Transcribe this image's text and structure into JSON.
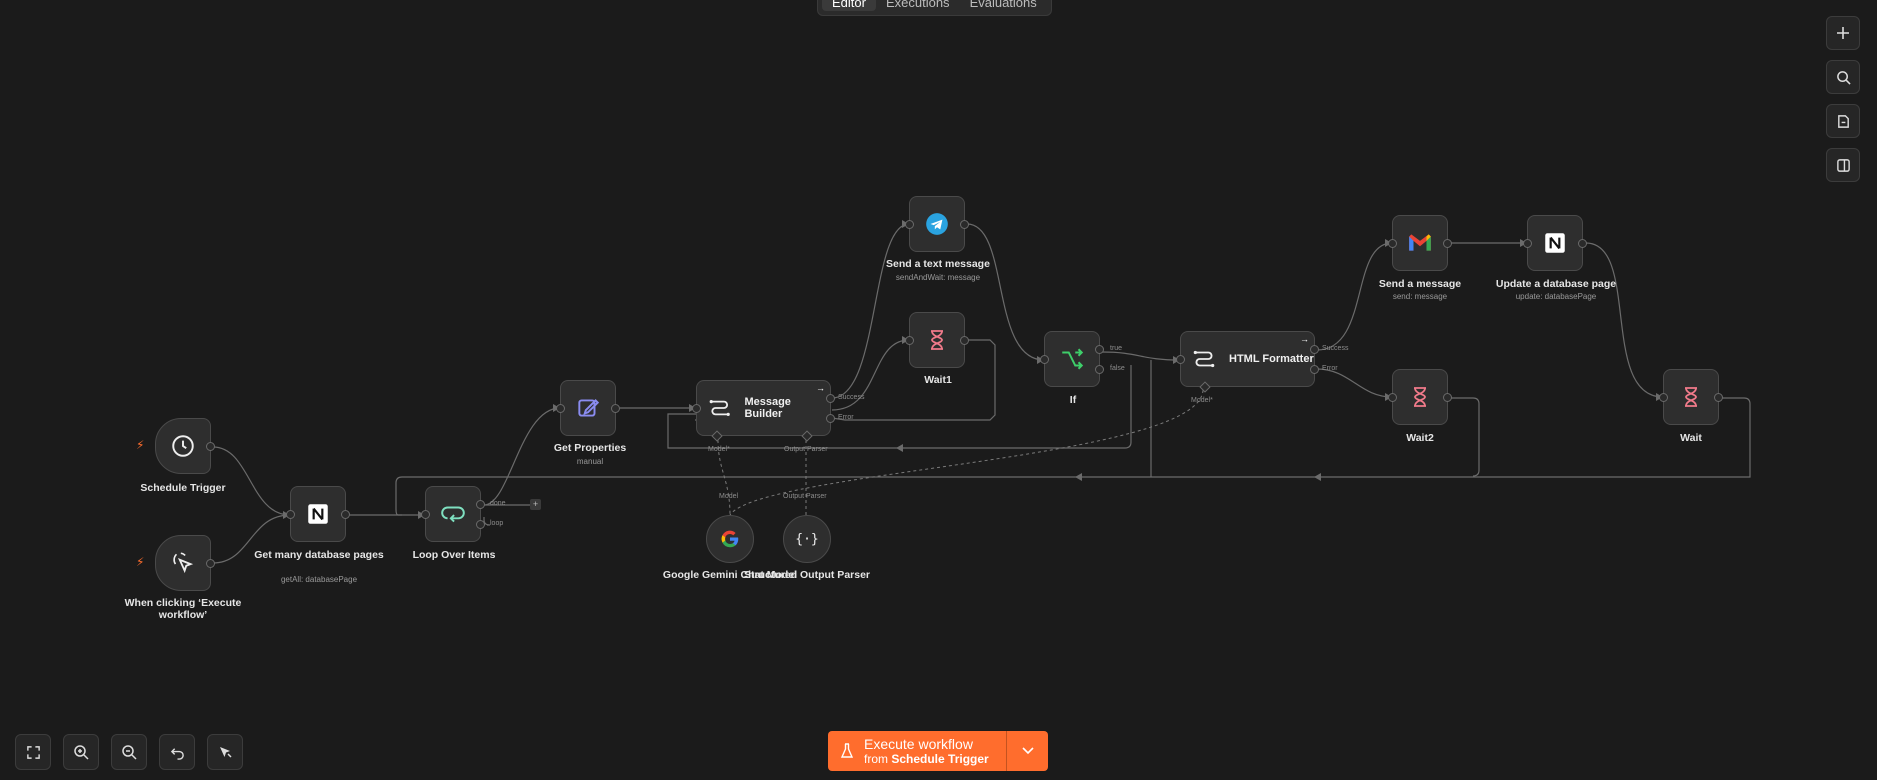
{
  "tabs": [
    "Editor",
    "Executions",
    "Evaluations"
  ],
  "nodes": {
    "schedule": {
      "label": "Schedule Trigger"
    },
    "manual": {
      "label": "When clicking ‘Execute workflow’"
    },
    "getmany": {
      "label": "Get many database pages",
      "sub": "getAll: databasePage"
    },
    "loop": {
      "label": "Loop Over Items",
      "done": "done",
      "loop": "loop"
    },
    "getprops": {
      "label": "Get Properties",
      "sub": "manual"
    },
    "msgbuilder": {
      "label": "Message Builder",
      "success": "Success",
      "error": "Error",
      "model": "Model*",
      "parser": "Output Parser"
    },
    "telegram": {
      "label": "Send a text message",
      "sub": "sendAndWait: message"
    },
    "wait1": {
      "label": "Wait1"
    },
    "if": {
      "label": "If",
      "true": "true",
      "false": "false"
    },
    "html": {
      "label": "HTML Formatter",
      "success": "Success",
      "error": "Error",
      "model": "Model*"
    },
    "gmail": {
      "label": "Send a message",
      "sub": "send: message"
    },
    "notion2": {
      "label": "Update a database page",
      "sub": "update: databasePage"
    },
    "wait2": {
      "label": "Wait2"
    },
    "wait": {
      "label": "Wait"
    },
    "gemini": {
      "label": "Google Gemini Chat Model",
      "conn": "Model"
    },
    "parser": {
      "label": "Structured Output Parser",
      "conn": "Output Parser"
    }
  },
  "execute": {
    "line1": "Execute workflow",
    "from": "from",
    "trigger": "Schedule Trigger"
  },
  "colors": {
    "accent": "#ff6d2d",
    "background": "#1b1b1b",
    "node": "#2e2e2e"
  },
  "icons": [
    "plus-icon",
    "search-icon",
    "sticky-note-icon",
    "panel-icon",
    "fit-view-icon",
    "zoom-in-icon",
    "zoom-out-icon",
    "undo-icon",
    "tidy-icon"
  ]
}
